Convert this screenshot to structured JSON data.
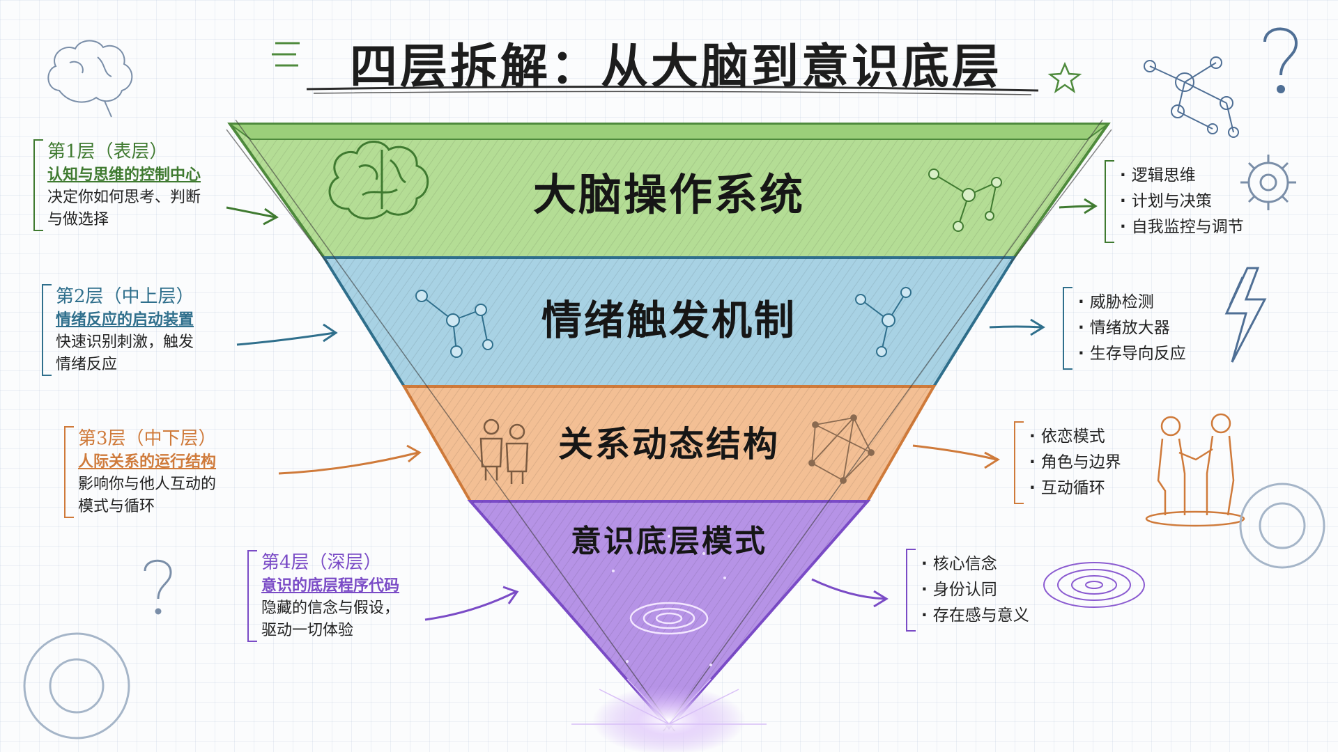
{
  "title": "四层拆解：从大脑到意识底层",
  "colors": {
    "layer1": "#b4dd95",
    "layer1_line": "#4e8a3c",
    "layer2": "#a8d2e4",
    "layer2_line": "#2f6f8c",
    "layer3": "#f3bf94",
    "layer3_line": "#cf7a3a",
    "layer4": "#b693e6",
    "layer4_line": "#7a4bc6"
  },
  "layers": [
    {
      "name": "大脑操作系统",
      "level": "第1层（表层）",
      "subtitle": "认知与思维的控制中心",
      "desc_1": "决定你如何思考、判断",
      "desc_2": "与做选择",
      "bullets": [
        "逻辑思维",
        "计划与决策",
        "自我监控与调节"
      ],
      "icon": "brain-icon",
      "side_icon": "gear-icon"
    },
    {
      "name": "情绪触发机制",
      "level": "第2层（中上层）",
      "subtitle": "情绪反应的启动装置",
      "desc_1": "快速识别刺激，触发",
      "desc_2": "情绪反应",
      "bullets": [
        "威胁检测",
        "情绪放大器",
        "生存导向反应"
      ],
      "icon": "network-icon",
      "side_icon": "lightning-icon"
    },
    {
      "name": "关系动态结构",
      "level": "第3层（中下层）",
      "subtitle": "人际关系的运行结构",
      "desc_1": "影响你与他人互动的",
      "desc_2": "模式与循环",
      "bullets": [
        "依恋模式",
        "角色与边界",
        "互动循环"
      ],
      "icon": "people-icon",
      "side_icon": "handshake-icon"
    },
    {
      "name": "意识底层模式",
      "level": "第4层（深层）",
      "subtitle": "意识的底层程序代码",
      "desc_1": "隐藏的信念与假设，",
      "desc_2": "驱动一切体验",
      "bullets": [
        "核心信念",
        "身份认同",
        "存在感与意义"
      ],
      "icon": "spiral-icon",
      "side_icon": "vortex-icon"
    }
  ]
}
